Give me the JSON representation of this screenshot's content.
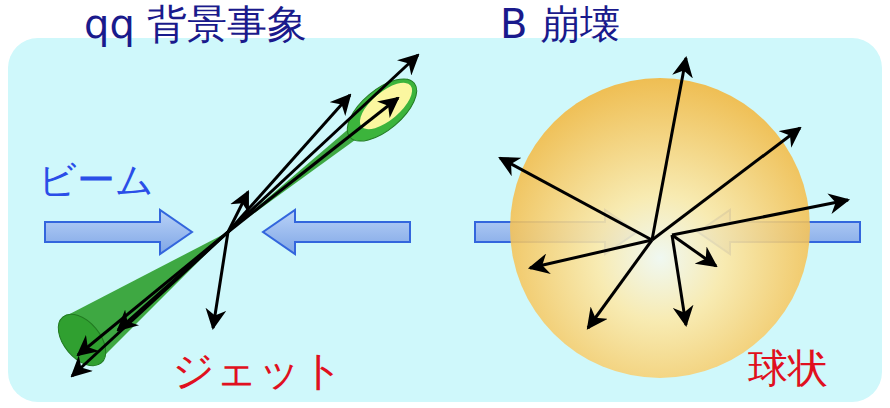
{
  "diagram": {
    "labels": [
      "qq 背景事象",
      "ビーム",
      "ジェット",
      "B 崩壊",
      "球状"
    ]
  }
}
